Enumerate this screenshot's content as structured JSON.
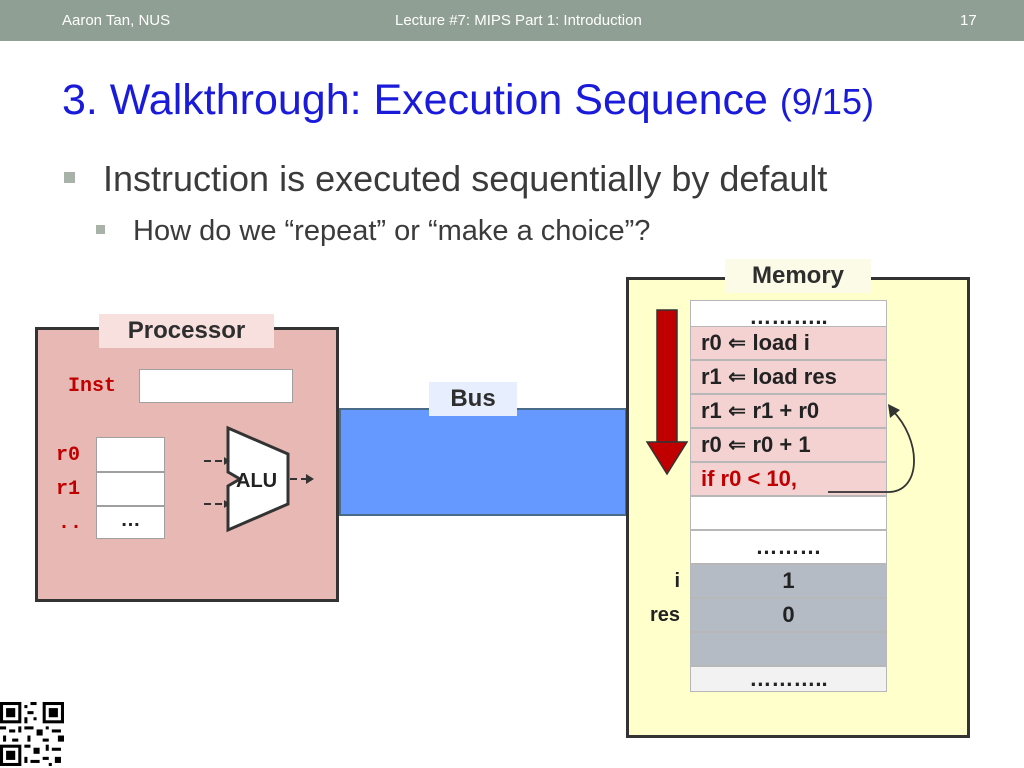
{
  "header": {
    "author": "Aaron Tan, NUS",
    "lecture": "Lecture #7: MIPS Part 1: Introduction",
    "page": "17"
  },
  "title": {
    "main": "3. Walkthrough: Execution Sequence",
    "sub": "(9/15)"
  },
  "bullets": {
    "level1": "Instruction is executed sequentially by default",
    "level2": "How do we “repeat” or “make a choice”?"
  },
  "processor": {
    "label": "Processor",
    "inst_label": "Inst",
    "registers": [
      {
        "name": "r0",
        "value": ""
      },
      {
        "name": "r1",
        "value": ""
      },
      {
        "name": "..",
        "value": "…"
      }
    ],
    "alu_label": "ALU"
  },
  "bus": {
    "label": "Bus"
  },
  "memory": {
    "label": "Memory",
    "cells": [
      {
        "text": "………..",
        "kind": "blank",
        "side": ""
      },
      {
        "text": "r0  ⇐ load i",
        "kind": "instr",
        "side": ""
      },
      {
        "text": "r1  ⇐ load res",
        "kind": "instr",
        "side": ""
      },
      {
        "text": "r1 ⇐ r1 + r0",
        "kind": "instr",
        "side": ""
      },
      {
        "text": "r0 ⇐ r0 + 1",
        "kind": "instr",
        "side": ""
      },
      {
        "text": "if r0 < 10,",
        "kind": "instr branch",
        "side": ""
      },
      {
        "text": "",
        "kind": "blank",
        "side": ""
      },
      {
        "text": "………",
        "kind": "blank",
        "side": ""
      },
      {
        "text": "1",
        "kind": "data",
        "side": "i"
      },
      {
        "text": "0",
        "kind": "data",
        "side": "res"
      },
      {
        "text": "",
        "kind": "data",
        "side": ""
      },
      {
        "text": "………..",
        "kind": "blank",
        "side": ""
      }
    ]
  },
  "colors": {
    "title": "#1a1adb",
    "header_bg": "#8f9f94",
    "processor_bg": "#e8b8b4",
    "bus": "#6699ff",
    "memory_bg": "#ffffcc",
    "arrow": "#c00000"
  }
}
